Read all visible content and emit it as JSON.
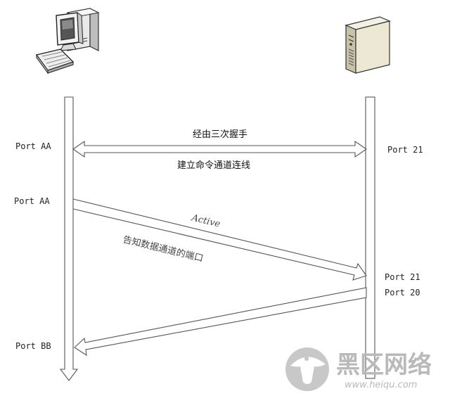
{
  "lifelines": {
    "client_icon": "desktop-computer-icon",
    "server_icon": "server-tower-icon"
  },
  "labels": {
    "client_port_1": "Port AA",
    "client_port_2": "Port AA",
    "client_port_3": "Port BB",
    "server_port_1": "Port 21",
    "server_port_2": "Port 21",
    "server_port_3": "Port 20"
  },
  "messages": {
    "handshake_top": "经由三次握手",
    "handshake_bottom": "建立命令通道连线",
    "active_label": "Active",
    "notify_label": "告知数据通道的端口"
  },
  "watermark": {
    "name": "黑区网络",
    "url": "www.heiqu.com"
  },
  "colors": {
    "stroke": "#555555",
    "watermark": "#b9b9b9",
    "watermark_dark": "#8a8a8a"
  }
}
